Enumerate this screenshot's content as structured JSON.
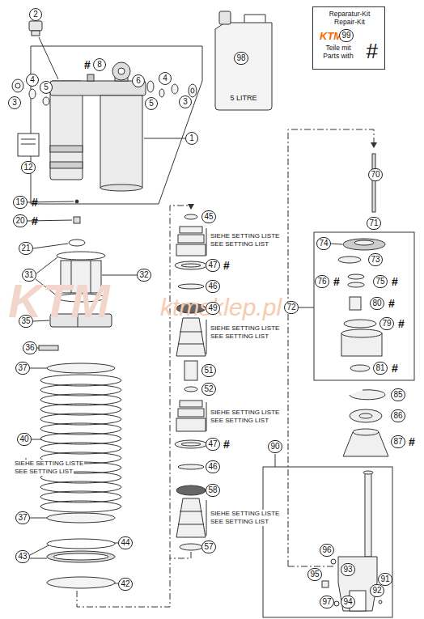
{
  "diagram": {
    "nodes": [
      {
        "text": [
          "Reparatur-Kit Repair-Kit",
          "KTM",
          "Teile mit Parts with",
          "#"
        ]
      },
      {
        "text": [
          "5 LITRE"
        ]
      }
    ],
    "labels": [
      "2",
      "99",
      "98",
      "#",
      "8",
      "4",
      "5",
      "3",
      "6",
      "4",
      "5",
      "3",
      "12",
      "1",
      "19",
      "#",
      "20",
      "#",
      "21",
      "31",
      "32",
      "35",
      "36",
      "37",
      "40",
      "SIEHE SETTING LISTE",
      "SEE SETTING LIST",
      "37",
      "44",
      "43",
      "42",
      "45",
      "SIEHE SETTING LISTE",
      "SEE SETTING LIST",
      "47",
      "#",
      "46",
      "49",
      "SIEHE SETTING LISTE",
      "SEE SETTING LIST",
      "51",
      "52",
      "SIEHE SETTING LISTE",
      "SEE SETTING LIST",
      "47",
      "#",
      "46",
      "58",
      "SIEHE SETTING LISTE",
      "SEE SETTING LIST",
      "57",
      "70",
      "71",
      "74",
      "73",
      "76",
      "#",
      "75",
      "#",
      "72",
      "80",
      "#",
      "79",
      "#",
      "81",
      "#",
      "85",
      "86",
      "87",
      "#",
      "90",
      "96",
      "93",
      "95",
      "91",
      "97",
      "94",
      "92",
      "KTM",
      "ktmsklep.pl"
    ]
  }
}
